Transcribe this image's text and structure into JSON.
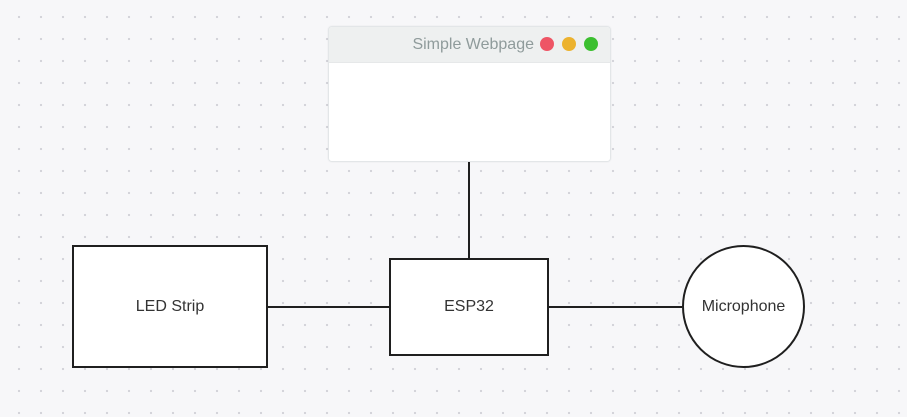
{
  "window": {
    "title": "Simple Webpage",
    "controls": {
      "close_color": "#ee5565",
      "minimize_color": "#ecb22e",
      "maximize_color": "#3bbf2f"
    }
  },
  "nodes": {
    "led_strip": "LED Strip",
    "esp32": "ESP32",
    "microphone": "Microphone"
  },
  "colors": {
    "line": "#1f1f1f",
    "background": "#f7f7f9"
  }
}
